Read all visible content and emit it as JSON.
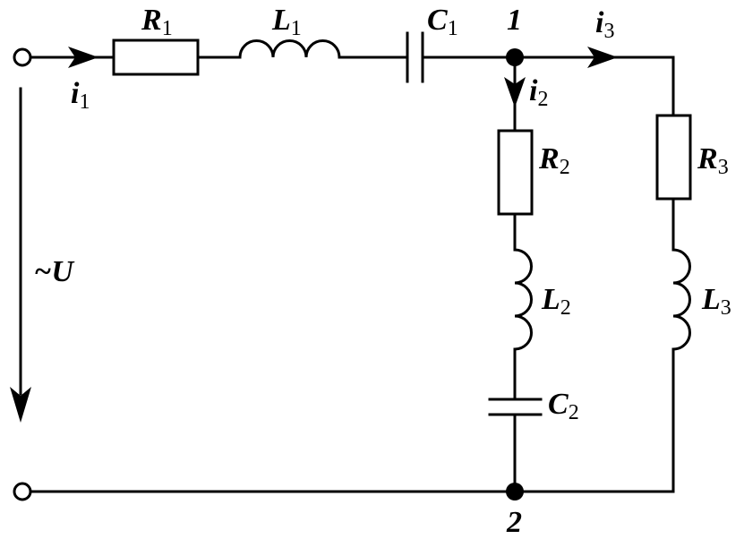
{
  "components": {
    "R1": {
      "main": "R",
      "sub": "1"
    },
    "L1": {
      "main": "L",
      "sub": "1"
    },
    "C1": {
      "main": "C",
      "sub": "1"
    },
    "R2": {
      "main": "R",
      "sub": "2"
    },
    "L2": {
      "main": "L",
      "sub": "2"
    },
    "C2": {
      "main": "C",
      "sub": "2"
    },
    "R3": {
      "main": "R",
      "sub": "3"
    },
    "L3": {
      "main": "L",
      "sub": "3"
    }
  },
  "currents": {
    "i1": {
      "main": "i",
      "sub": "1"
    },
    "i2": {
      "main": "i",
      "sub": "2"
    },
    "i3": {
      "main": "i",
      "sub": "3"
    }
  },
  "nodes": {
    "n1": "1",
    "n2": "2"
  },
  "source": {
    "tilde": "~",
    "label": "U"
  }
}
